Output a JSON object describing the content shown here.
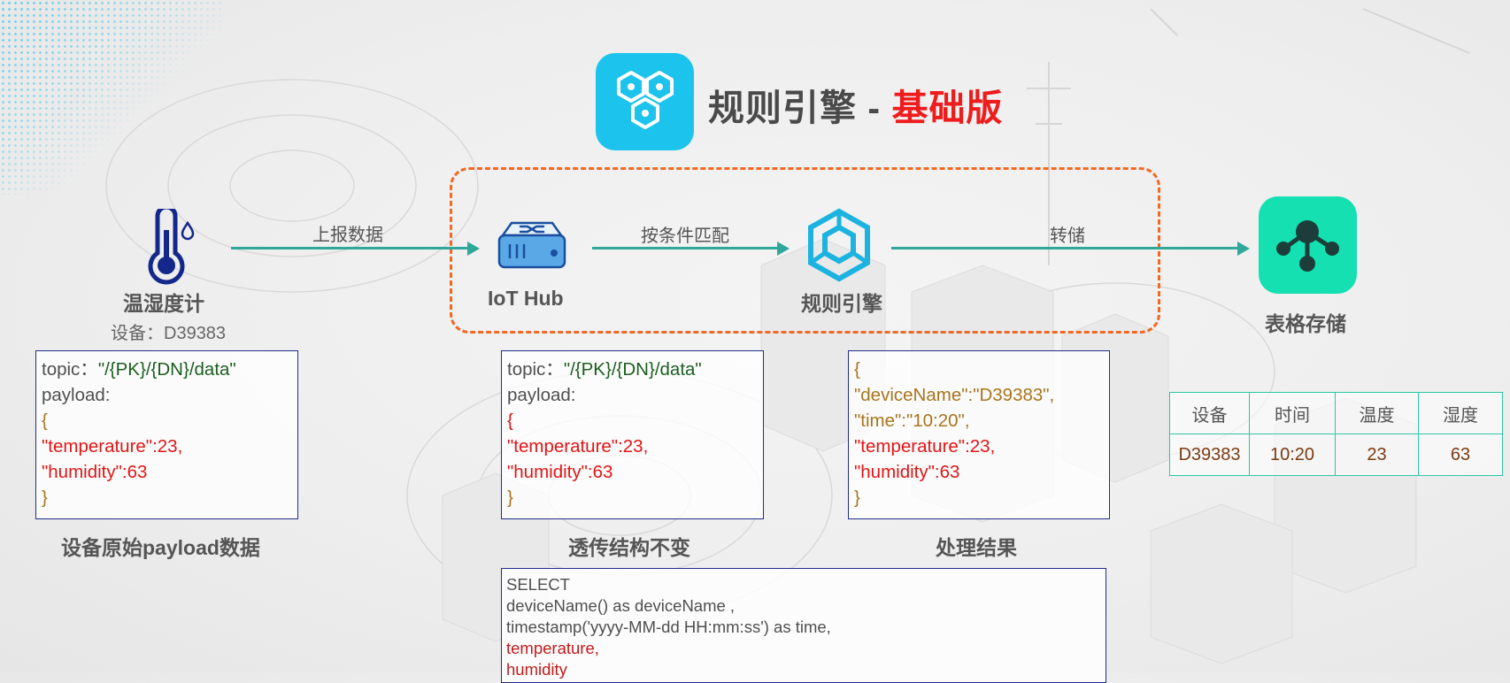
{
  "title": {
    "main": "规则引擎 - ",
    "accent": "基础版"
  },
  "edges": {
    "report": "上报数据",
    "match": "按条件匹配",
    "store": "转储"
  },
  "nodes": {
    "sensor": "温湿度计",
    "sensor_device": "设备：D39383",
    "hub": "IoT Hub",
    "engine": "规则引擎",
    "storage": "表格存储"
  },
  "raw_payload": {
    "topic_key": "topic：",
    "topic_value": "\"/{PK}/{DN}/data\"",
    "payload_key": "payload:",
    "open_brace": "{",
    "temperature": "\"temperature\":23,",
    "humidity": "\"humidity\":63",
    "close_brace": "}",
    "caption": "设备原始payload数据"
  },
  "passthrough_payload": {
    "topic_key": "topic：",
    "topic_value": "\"/{PK}/{DN}/data\"",
    "payload_key": "payload:",
    "open_brace": "{",
    "temperature": "\"temperature\":23,",
    "humidity": "\"humidity\":63",
    "close_brace": "}",
    "caption": "透传结构不变"
  },
  "result_payload": {
    "open_brace": "{",
    "device_name": "\"deviceName\":\"D39383\",",
    "time": "\"time\":\"10:20\",",
    "temperature": "\"temperature\":23,",
    "humidity": "\"humidity\":63",
    "close_brace": "}",
    "caption": "处理结果"
  },
  "sql": {
    "line1": "SELECT",
    "line2": "deviceName() as deviceName ,",
    "line3": "timestamp('yyyy-MM-dd HH:mm:ss') as time,",
    "line4": "temperature,",
    "line5": "humidity"
  },
  "storage_table": {
    "headers": [
      "设备",
      "时间",
      "温度",
      "湿度"
    ],
    "row": [
      "D39383",
      "10:20",
      "23",
      "63"
    ]
  },
  "colors": {
    "accent_red": "#ee1c1c",
    "dashed_orange": "#ef6a26",
    "arrow_teal": "#2fa89a",
    "logo_blue": "#1cc3ec",
    "store_green": "#14e0b2",
    "icon_navy": "#13288a"
  },
  "icons": {
    "logo": "hexagon-cluster-icon",
    "sensor": "thermometer-icon",
    "hub": "router-icon",
    "engine": "hexagon-cube-icon",
    "storage": "network-node-icon"
  }
}
